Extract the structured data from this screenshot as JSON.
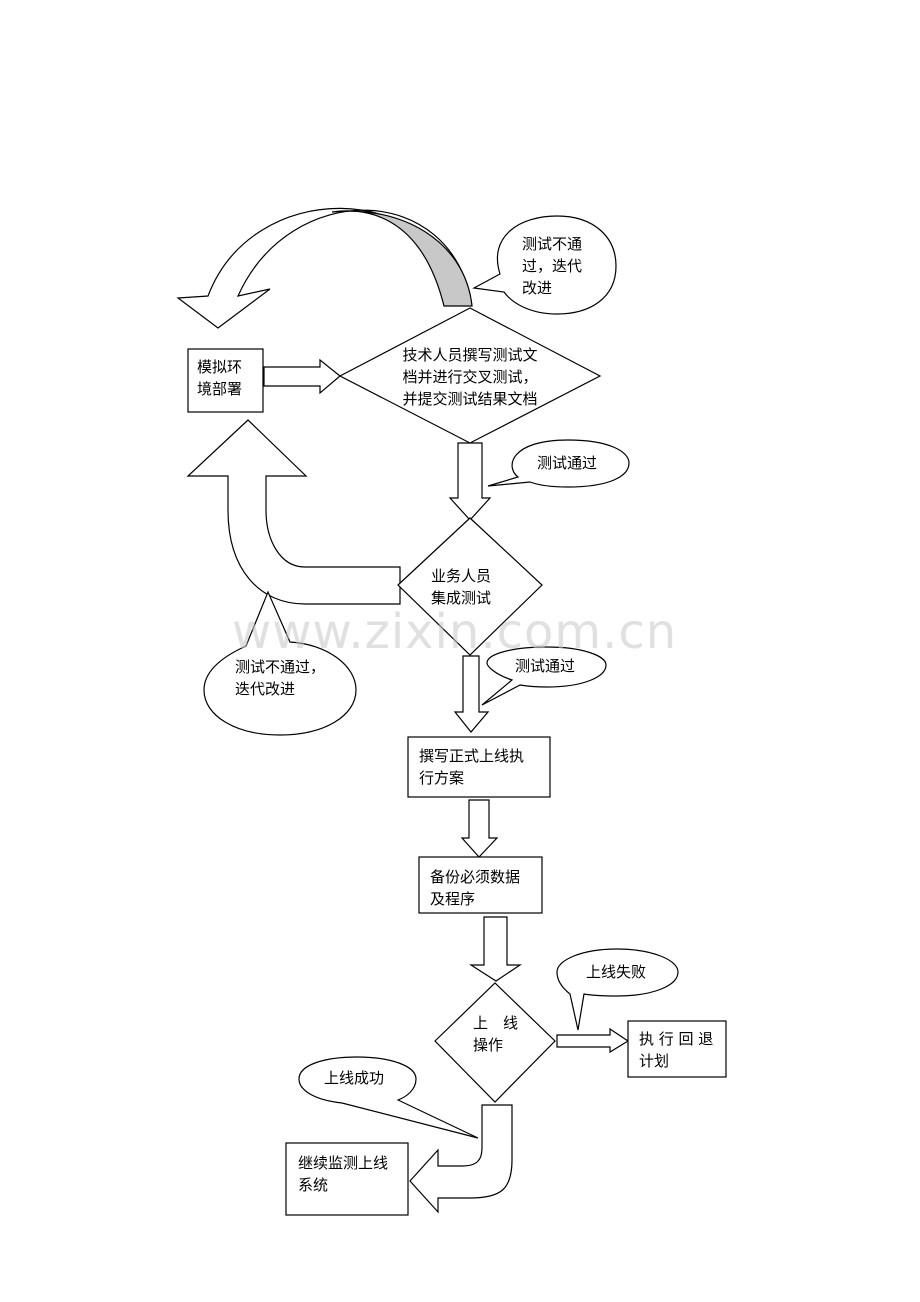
{
  "nodes": {
    "sim_env": {
      "line1": "模拟环",
      "line2": "境部署"
    },
    "tech_test": {
      "line1": "技术人员撰写测试文",
      "line2": "档并进行交叉测试，",
      "line3": "并提交测试结果文档"
    },
    "biz_test": {
      "line1": "业务人员",
      "line2": "集成测试"
    },
    "write_plan": {
      "line1": "撰写正式上线执",
      "line2": "行方案"
    },
    "backup": {
      "line1": "备份必须数据",
      "line2": "及程序"
    },
    "go_live": {
      "line1": "上　线",
      "line2": "操作"
    },
    "rollback": {
      "line1": "执 行 回 退",
      "line2": "计划"
    },
    "monitor": {
      "line1": "继续监测上线",
      "line2": "系统"
    }
  },
  "callouts": {
    "fail_top": {
      "line1": "测试不通",
      "line2": "过，迭代",
      "line3": "改进"
    },
    "pass_1": {
      "text": "测试通过"
    },
    "fail_left": {
      "line1": "测试不通过，",
      "line2": "迭代改进"
    },
    "pass_2": {
      "text": "测试通过"
    },
    "live_fail": {
      "text": "上线失败"
    },
    "live_success": {
      "text": "上线成功"
    }
  },
  "watermark": "www.zixin.com.cn",
  "colors": {
    "stroke": "#000000",
    "shade": "#c8c8c8",
    "fill": "#ffffff"
  }
}
